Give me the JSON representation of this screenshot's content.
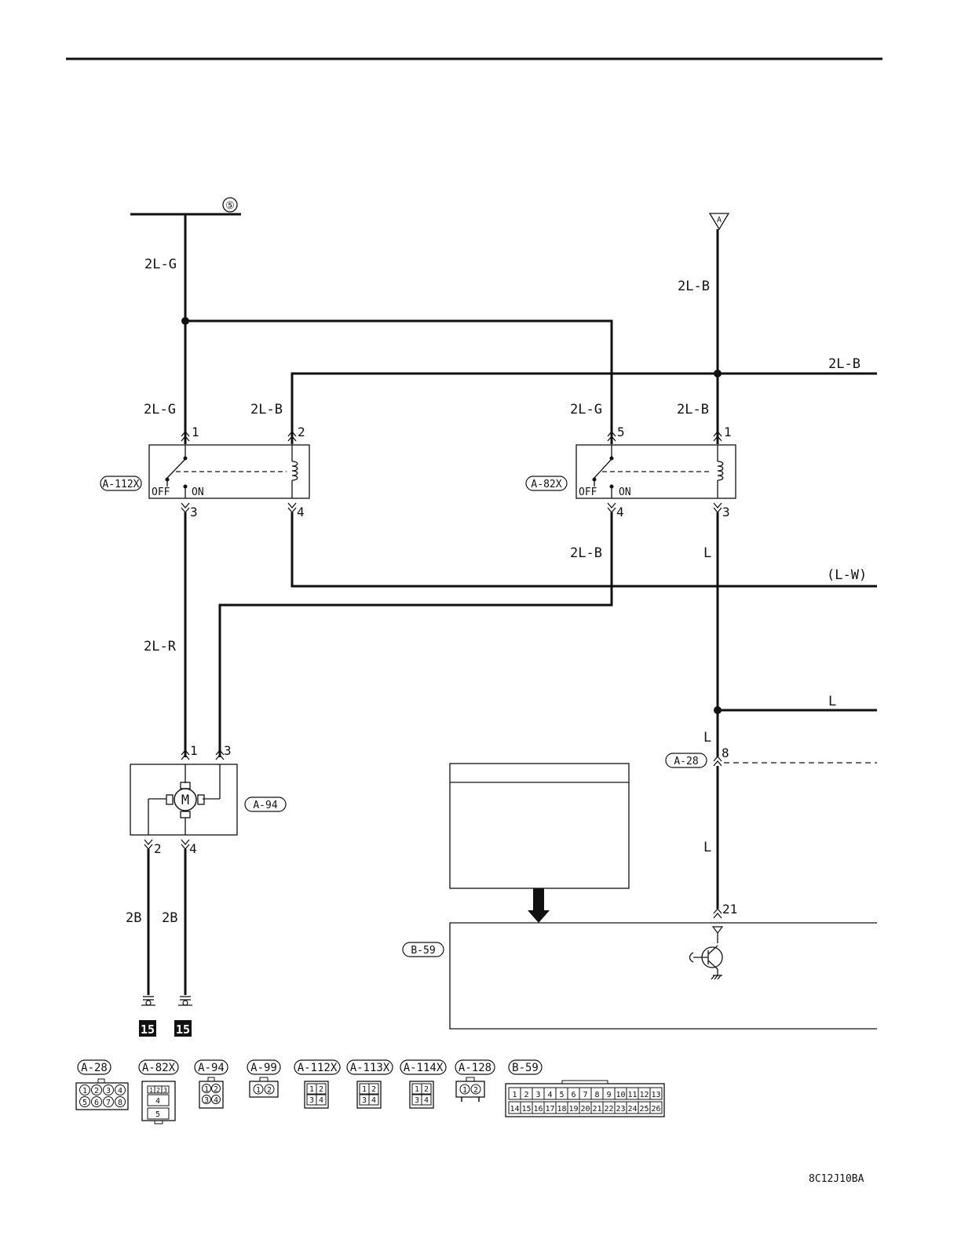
{
  "header_rule": true,
  "ref_code": "8C12J10BA",
  "terminal_5": "⑤",
  "terminal_a": "A",
  "ground_label": "15",
  "wires": {
    "left_top": "2L-G",
    "relay1_pin1": "2L-G",
    "relay1_pin2": "2L-B",
    "relay2_pin5": "2L-G",
    "relay2_pin1": "2L-B",
    "right_top": "2L-B",
    "right_branch": "2L-B",
    "relay2_pin4_out": "2L-B",
    "relay2_pin3_out": "L",
    "lw_branch": "(L-W)",
    "motor_feed": "2L-R",
    "l_branch": "L",
    "l_upper": "L",
    "l_lower": "L",
    "gnd_left": "2B",
    "gnd_right": "2B"
  },
  "relay1": {
    "id": "A-112X",
    "pin_top_left": "1",
    "pin_top_right": "2",
    "pin_bot_left": "3",
    "pin_bot_right": "4",
    "off": "OFF",
    "on": "ON"
  },
  "relay2": {
    "id": "A-82X",
    "pin_top_left": "5",
    "pin_top_right": "1",
    "pin_bot_left": "4",
    "pin_bot_right": "3",
    "off": "OFF",
    "on": "ON"
  },
  "motor": {
    "id": "A-94",
    "symbol": "M",
    "pin_top_left": "1",
    "pin_top_right": "3",
    "pin_bot_left": "2",
    "pin_bot_right": "4"
  },
  "connector_a28": {
    "id": "A-28",
    "pin": "8"
  },
  "ecu": {
    "id": "B-59",
    "pin": "21"
  },
  "connector_legend": [
    {
      "id": "A-28"
    },
    {
      "id": "A-82X",
      "pins": [
        "1",
        "2",
        "3",
        "4",
        "5"
      ]
    },
    {
      "id": "A-94",
      "pins": [
        "1",
        "2",
        "3",
        "4"
      ]
    },
    {
      "id": "A-99",
      "pins": [
        "1",
        "2"
      ]
    },
    {
      "id": "A-112X",
      "pins": [
        "1",
        "2",
        "3",
        "4"
      ]
    },
    {
      "id": "A-113X",
      "pins": [
        "1",
        "2",
        "3",
        "4"
      ]
    },
    {
      "id": "A-114X",
      "pins": [
        "1",
        "2",
        "3",
        "4"
      ]
    },
    {
      "id": "A-128",
      "pins": [
        "1",
        "2"
      ]
    },
    {
      "id": "B-59"
    }
  ],
  "a28_pins": [
    "1",
    "2",
    "3",
    "4",
    "5",
    "6",
    "7",
    "8"
  ],
  "b59_row1": [
    "1",
    "2",
    "3",
    "4",
    "5",
    "6",
    "7",
    "8",
    "9",
    "10",
    "11",
    "12",
    "13"
  ],
  "b59_row2": [
    "14",
    "15",
    "16",
    "17",
    "18",
    "19",
    "20",
    "21",
    "22",
    "23",
    "24",
    "25",
    "26"
  ]
}
